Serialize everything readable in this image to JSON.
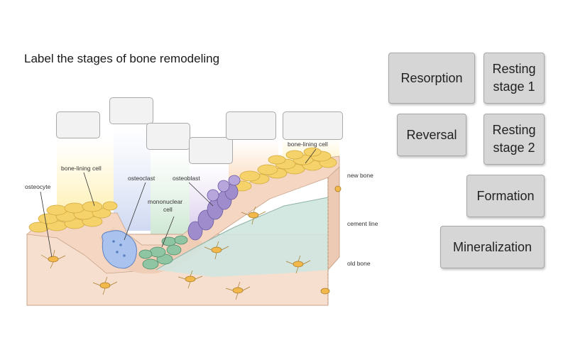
{
  "question": {
    "title": "Label the stages of bone remodeling"
  },
  "diagram": {
    "labels": {
      "osteocyte": "osteocyte",
      "bone_lining_cell_left": "bone-lining cell",
      "osteoclast": "osteoclast",
      "osteoblast": "osteoblast",
      "mononuclear_cell_line1": "mononuclear",
      "mononuclear_cell_line2": "cell",
      "bone_lining_cell_right": "bone-lining cell",
      "new_bone": "new bone",
      "cement_line": "cement line",
      "old_bone": "old bone"
    },
    "drop_targets": [
      "",
      "",
      "",
      "",
      "",
      ""
    ]
  },
  "answer_tiles": {
    "resorption": "Resorption",
    "resting_stage_1_line1": "Resting",
    "resting_stage_1_line2": "stage 1",
    "reversal": "Reversal",
    "resting_stage_2_line1": "Resting",
    "resting_stage_2_line2": "stage 2",
    "formation": "Formation",
    "mineralization": "Mineralization"
  }
}
